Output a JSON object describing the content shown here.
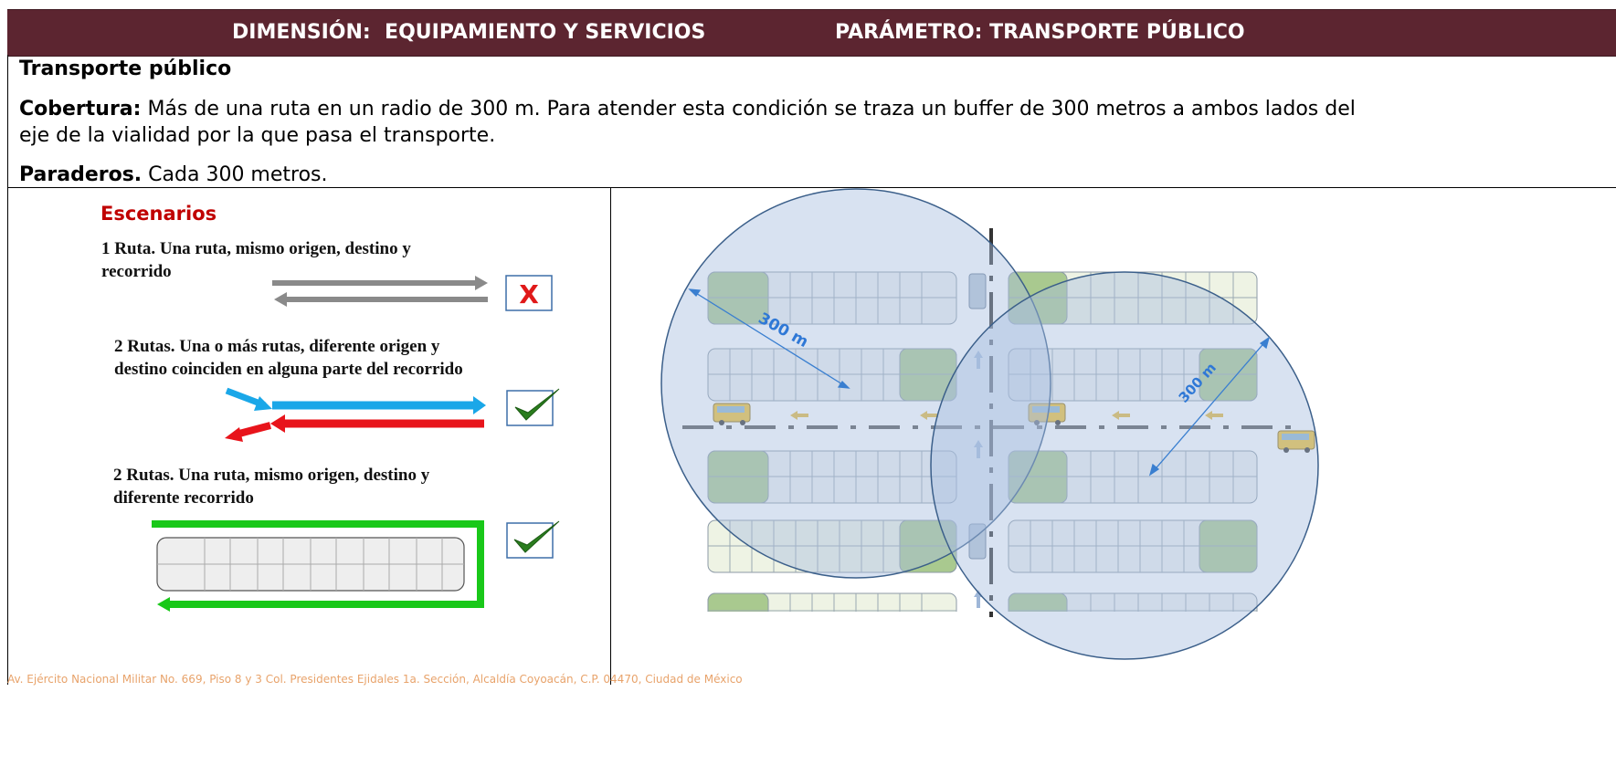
{
  "header": {
    "dimension": "DIMENSIÓN:  EQUIPAMIENTO Y SERVICIOS",
    "parameter": "PARÁMETRO: TRANSPORTE PÚBLICO"
  },
  "section": {
    "title": "Transporte público",
    "coverage_label": "Cobertura:",
    "coverage_text_1": " Más de una ruta en un radio de 300 m. Para atender esta condición se traza un buffer de 300 metros a ambos lados del",
    "coverage_text_2": "eje de la vialidad por la que pasa el transporte.",
    "stops_label": "Paraderos.",
    "stops_text": " Cada 300 metros."
  },
  "scenarios": {
    "title": "Escenarios",
    "s1_line1": "1 Ruta. Una ruta, mismo origen, destino y",
    "s1_line2": "recorrido",
    "s2_line1": "2 Rutas. Una o más rutas, diferente origen y",
    "s2_line2": "destino coinciden  en alguna parte del recorrido",
    "s3_line1": "2 Rutas. Una ruta, mismo origen, destino y",
    "s3_line2": "diferente recorrido",
    "s1_mark": "X"
  },
  "map": {
    "radius_label_1": "300 m",
    "radius_label_2": "300 m"
  },
  "footer": {
    "address": "Av. Ejército Nacional Militar No. 669, Piso 8 y 3 Col. Presidentes Ejidales 1a. Sección, Alcaldía Coyoacán, C.P. 04470, Ciudad de México"
  },
  "colors": {
    "header_bg": "#5c2530",
    "scenario_title": "#c00000",
    "route_blue": "#1aa7e8",
    "route_red": "#e8141b",
    "route_green": "#19c819",
    "check_green": "#2a7d1e",
    "circle_fill": "#c5d3e8",
    "circle_stroke": "#3b5f8a"
  }
}
